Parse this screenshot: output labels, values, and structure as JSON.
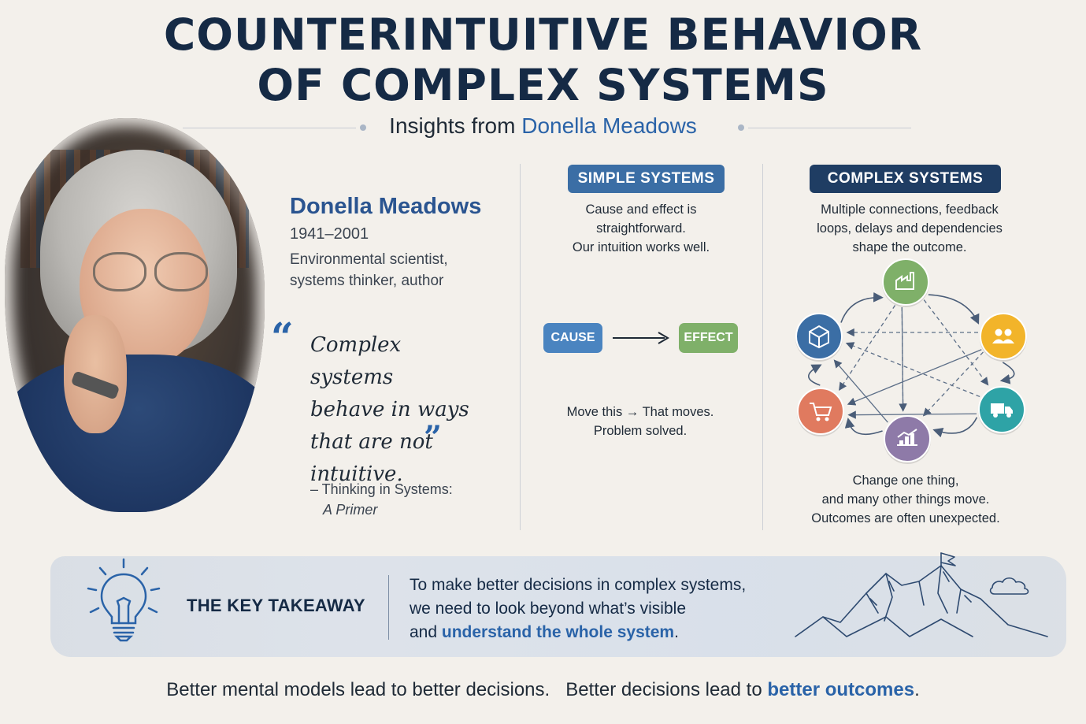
{
  "title": {
    "line1": "COUNTERINTUITIVE BEHAVIOR",
    "line2": "OF COMPLEX SYSTEMS"
  },
  "subtitle": {
    "prefix": "Insights from ",
    "highlight": "Donella Meadows"
  },
  "person": {
    "name": "Donella Meadows",
    "years": "1941–2001",
    "desc_line1": "Environmental scientist,",
    "desc_line2": "systems thinker, author"
  },
  "quote": {
    "line1": "Complex systems",
    "line2": "behave in ways",
    "line3": "that are not",
    "line4": "intuitive.",
    "open_mark": "“",
    "close_mark": "”",
    "cite_line1": "– Thinking in Systems:",
    "cite_line2": "A Primer"
  },
  "simple": {
    "label": "SIMPLE SYSTEMS",
    "desc_line1": "Cause and effect is",
    "desc_line2": "straightforward.",
    "desc_line3": "Our intuition works well.",
    "cause": "CAUSE",
    "effect": "EFFECT",
    "note_line1": "Move this → That moves.",
    "note_line2": "Problem solved."
  },
  "complex": {
    "label": "COMPLEX SYSTEMS",
    "desc_line1": "Multiple connections, feedback",
    "desc_line2": "loops, delays and dependencies",
    "desc_line3": "shape the outcome.",
    "note_line1": "Change one thing,",
    "note_line2": "and many other things move.",
    "note_line3": "Outcomes are often unexpected.",
    "nodes": [
      {
        "icon": "factory-icon",
        "color": "#7fb069"
      },
      {
        "icon": "people-icon",
        "color": "#f2b42a"
      },
      {
        "icon": "truck-icon",
        "color": "#2ea3a6"
      },
      {
        "icon": "chart-icon",
        "color": "#8e7aa8"
      },
      {
        "icon": "cart-icon",
        "color": "#e07a5f"
      },
      {
        "icon": "box-icon",
        "color": "#3b6ea5"
      }
    ]
  },
  "takeaway": {
    "title": "THE KEY TAKEAWAY",
    "line1": "To make better decisions in complex systems,",
    "line2": "we need to look beyond what’s visible",
    "line3_prefix": "and ",
    "line3_highlight": "understand the whole system",
    "line3_suffix": "."
  },
  "bottom": {
    "part1": "Better mental models lead to better decisions.",
    "part2_prefix": "Better decisions lead to ",
    "part2_highlight": "better outcomes",
    "part2_suffix": "."
  },
  "colors": {
    "title": "#152a45",
    "accent": "#2a63a8",
    "simple_pill": "#3b6ea5",
    "complex_pill": "#1f3d63",
    "cause": "#4a84c0",
    "effect": "#7fb069"
  }
}
